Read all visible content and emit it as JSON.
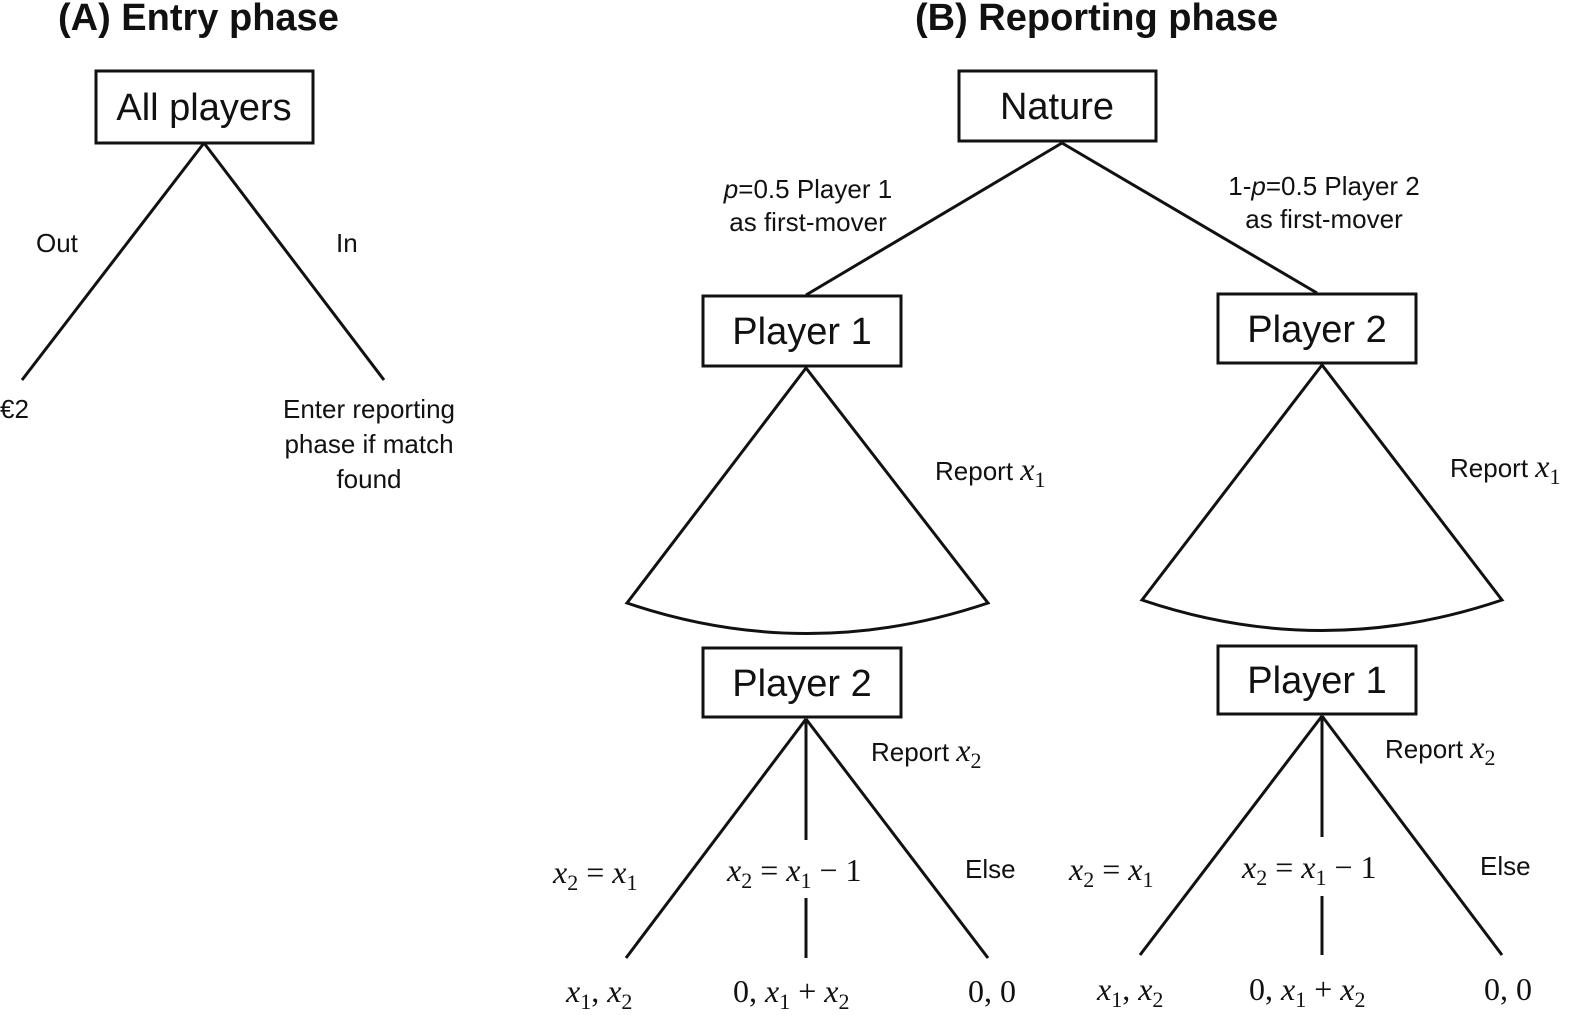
{
  "panel_a": {
    "title": "(A) Entry phase",
    "root_label": "All players",
    "edge_out": "Out",
    "edge_in": "In",
    "out_payoff": "€2",
    "in_outcome_lines": [
      "Enter reporting",
      "phase if match",
      "found"
    ]
  },
  "panel_b": {
    "title": "(B) Reporting phase",
    "root_label": "Nature",
    "left_branch": {
      "p_symbol": "p",
      "p_text": "=0.5 Player 1",
      "line2": "as first-mover"
    },
    "right_branch": {
      "prefix": "1-",
      "p_symbol": "p",
      "p_text": "=0.5 Player 2",
      "line2": "as first-mover"
    },
    "left_subtree": {
      "first_mover": "Player 1",
      "second_mover": "Player 2",
      "report_first": {
        "text": "Report ",
        "var": "x",
        "sub": "1"
      },
      "report_second": {
        "text": "Report ",
        "var": "x",
        "sub": "2"
      },
      "conditions": {
        "equal": {
          "a": "x",
          "a_sub": "2",
          "op": " = ",
          "b": "x",
          "b_sub": "1"
        },
        "minus": {
          "a": "x",
          "a_sub": "2",
          "op": " = ",
          "b": "x",
          "b_sub": "1",
          "tail": " − 1"
        },
        "else": "Else"
      },
      "payoffs": {
        "equal": {
          "a": "x",
          "a_sub": "1",
          "sep": ", ",
          "b": "x",
          "b_sub": "2"
        },
        "minus": {
          "zero": "0, ",
          "a": "x",
          "a_sub": "1",
          "op": " + ",
          "b": "x",
          "b_sub": "2"
        },
        "else": "0, 0"
      }
    },
    "right_subtree": {
      "first_mover": "Player 2",
      "second_mover": "Player 1",
      "report_first": {
        "text": "Report ",
        "var": "x",
        "sub": "1"
      },
      "report_second": {
        "text": "Report ",
        "var": "x",
        "sub": "2"
      },
      "conditions": {
        "equal": {
          "a": "x",
          "a_sub": "2",
          "op": " = ",
          "b": "x",
          "b_sub": "1"
        },
        "minus": {
          "a": "x",
          "a_sub": "2",
          "op": " = ",
          "b": "x",
          "b_sub": "1",
          "tail": " − 1"
        },
        "else": "Else"
      },
      "payoffs": {
        "equal": {
          "a": "x",
          "a_sub": "1",
          "sep": ", ",
          "b": "x",
          "b_sub": "2"
        },
        "minus": {
          "zero": "0, ",
          "a": "x",
          "a_sub": "1",
          "op": " + ",
          "b": "x",
          "b_sub": "2"
        },
        "else": "0, 0"
      }
    }
  }
}
